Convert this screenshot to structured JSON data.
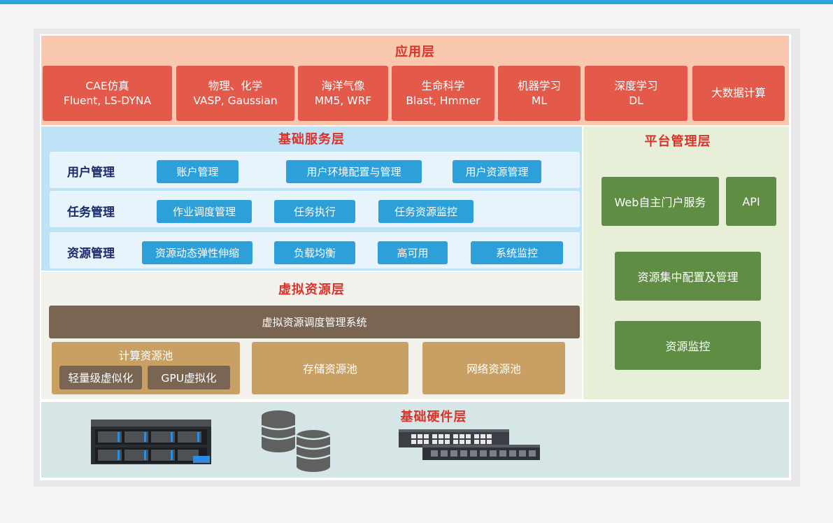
{
  "app_layer": {
    "title": "应用层",
    "boxes": [
      {
        "line1": "CAE仿真",
        "line2": "Fluent, LS-DYNA"
      },
      {
        "line1": "物理、化学",
        "line2": "VASP, Gaussian"
      },
      {
        "line1": "海洋气像",
        "line2": "MM5, WRF"
      },
      {
        "line1": "生命科学",
        "line2": "Blast, Hmmer"
      },
      {
        "line1": "机器学习",
        "line2": "ML"
      },
      {
        "line1": "深度学习",
        "line2": "DL"
      },
      {
        "line1": "大数据计算",
        "line2": ""
      }
    ]
  },
  "service_layer": {
    "title": "基础服务层",
    "rows": [
      {
        "label": "用户管理",
        "items": [
          "账户管理",
          "用户环境配置与管理",
          "用户资源管理"
        ]
      },
      {
        "label": "任务管理",
        "items": [
          "作业调度管理",
          "任务执行",
          "任务资源监控"
        ]
      },
      {
        "label": "资源管理",
        "items": [
          "资源动态弹性伸缩",
          "负载均衡",
          "高可用",
          "系统监控"
        ]
      }
    ]
  },
  "platform_layer": {
    "title": "平台管理层",
    "boxes": [
      "Web自主门户服务",
      "API",
      "资源集中配置及管理",
      "资源监控"
    ]
  },
  "virtual_layer": {
    "title": "虚拟资源层",
    "scheduler": "虚拟资源调度管理系统",
    "compute_pool": {
      "title": "计算资源池",
      "items": [
        "轻量级虚似化",
        "GPU虚拟化"
      ]
    },
    "storage_pool": "存储资源池",
    "network_pool": "网络资源池"
  },
  "hardware_layer": {
    "title": "基础硬件层",
    "icons": [
      "server-rack-icon",
      "database-stack-icon",
      "network-switch-icon"
    ]
  },
  "colors": {
    "accent_bar": "#2aa5dd",
    "app_bg": "#f9c8ae",
    "app_box": "#e35a4a",
    "service_bg": "#bfe3f6",
    "chip": "#2d9fd9",
    "platform_bg": "#e8efd9",
    "green_box": "#5f8d44",
    "virtual_brown": "#7a6552",
    "pool": "#c9a064",
    "hardware_bg": "#d6e5e5",
    "title_red": "#d9342b",
    "label_navy": "#1b2a6b"
  }
}
